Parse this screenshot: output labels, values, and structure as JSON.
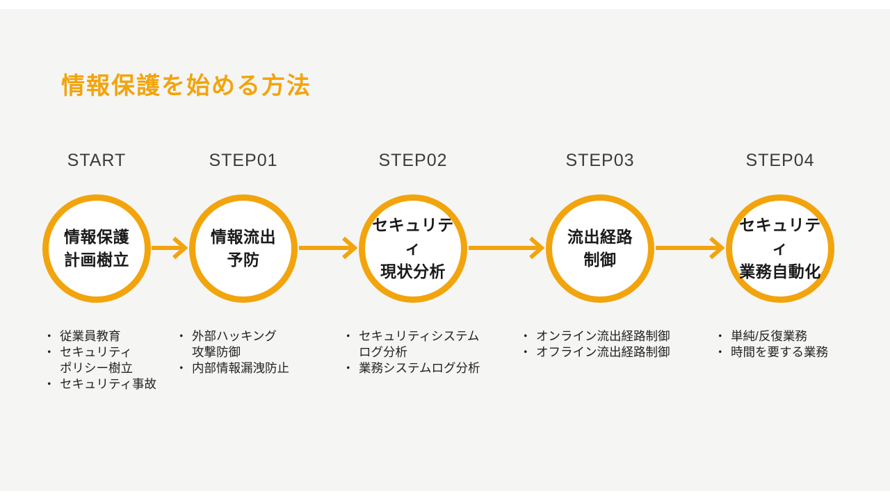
{
  "title": "情報保護を始める方法",
  "bullet_char": "・",
  "colors": {
    "accent": "#F2A40D",
    "slide_background": "#F5F5F4",
    "page_background": "#FFFFFF",
    "label_text": "#3B3B3B",
    "circle_text": "#1A1A1A",
    "body_text": "#222222"
  },
  "steps": [
    {
      "label": "START",
      "circle_text": "情報保護\n計画樹立",
      "bullets": [
        "従業員教育",
        "セキュリティ\nポリシー樹立",
        "セキュリティ事故"
      ]
    },
    {
      "label": "STEP01",
      "circle_text": "情報流出\n予防",
      "bullets": [
        "外部ハッキング\n攻撃防御",
        "内部情報漏洩防止"
      ]
    },
    {
      "label": "STEP02",
      "circle_text": "セキュリティ\n現状分析",
      "bullets": [
        "セキュリティシステム\nログ分析",
        "業務システムログ分析"
      ]
    },
    {
      "label": "STEP03",
      "circle_text": "流出経路\n制御",
      "bullets": [
        "オンライン流出経路制御",
        "オフライン流出経路制御"
      ]
    },
    {
      "label": "STEP04",
      "circle_text": "セキュリティ\n業務自動化",
      "bullets": [
        "単純/反復業務",
        "時間を要する業務"
      ]
    }
  ]
}
